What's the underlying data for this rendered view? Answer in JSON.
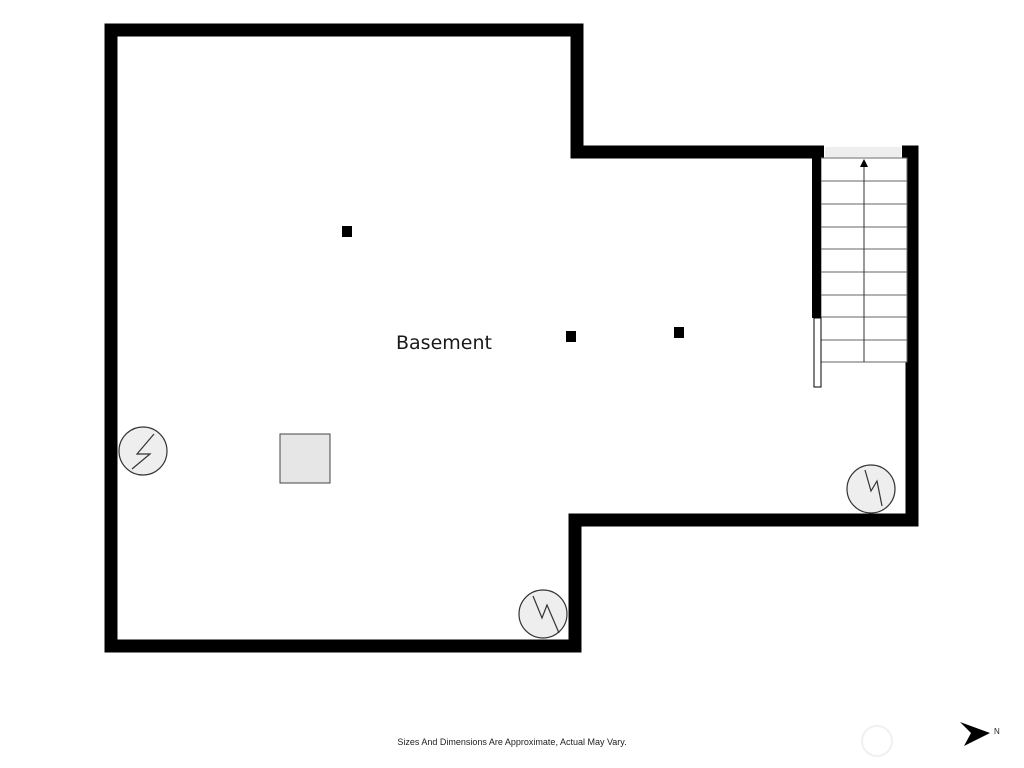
{
  "rooms": [
    {
      "label": "Basement"
    }
  ],
  "disclaimer": "Sizes And Dimensions Are Approximate, Actual May Vary.",
  "compass": {
    "label": "N",
    "icon": "north-arrow-icon"
  },
  "colors": {
    "wall": "#000000",
    "background": "#ffffff",
    "appliance_fill": "#eeeeee",
    "box_fill": "#e6e6e6",
    "stair_line": "#666666"
  },
  "icons": {
    "water_heater": "water-heater-icon",
    "stairs": "stairs-icon",
    "column": "column-icon"
  }
}
